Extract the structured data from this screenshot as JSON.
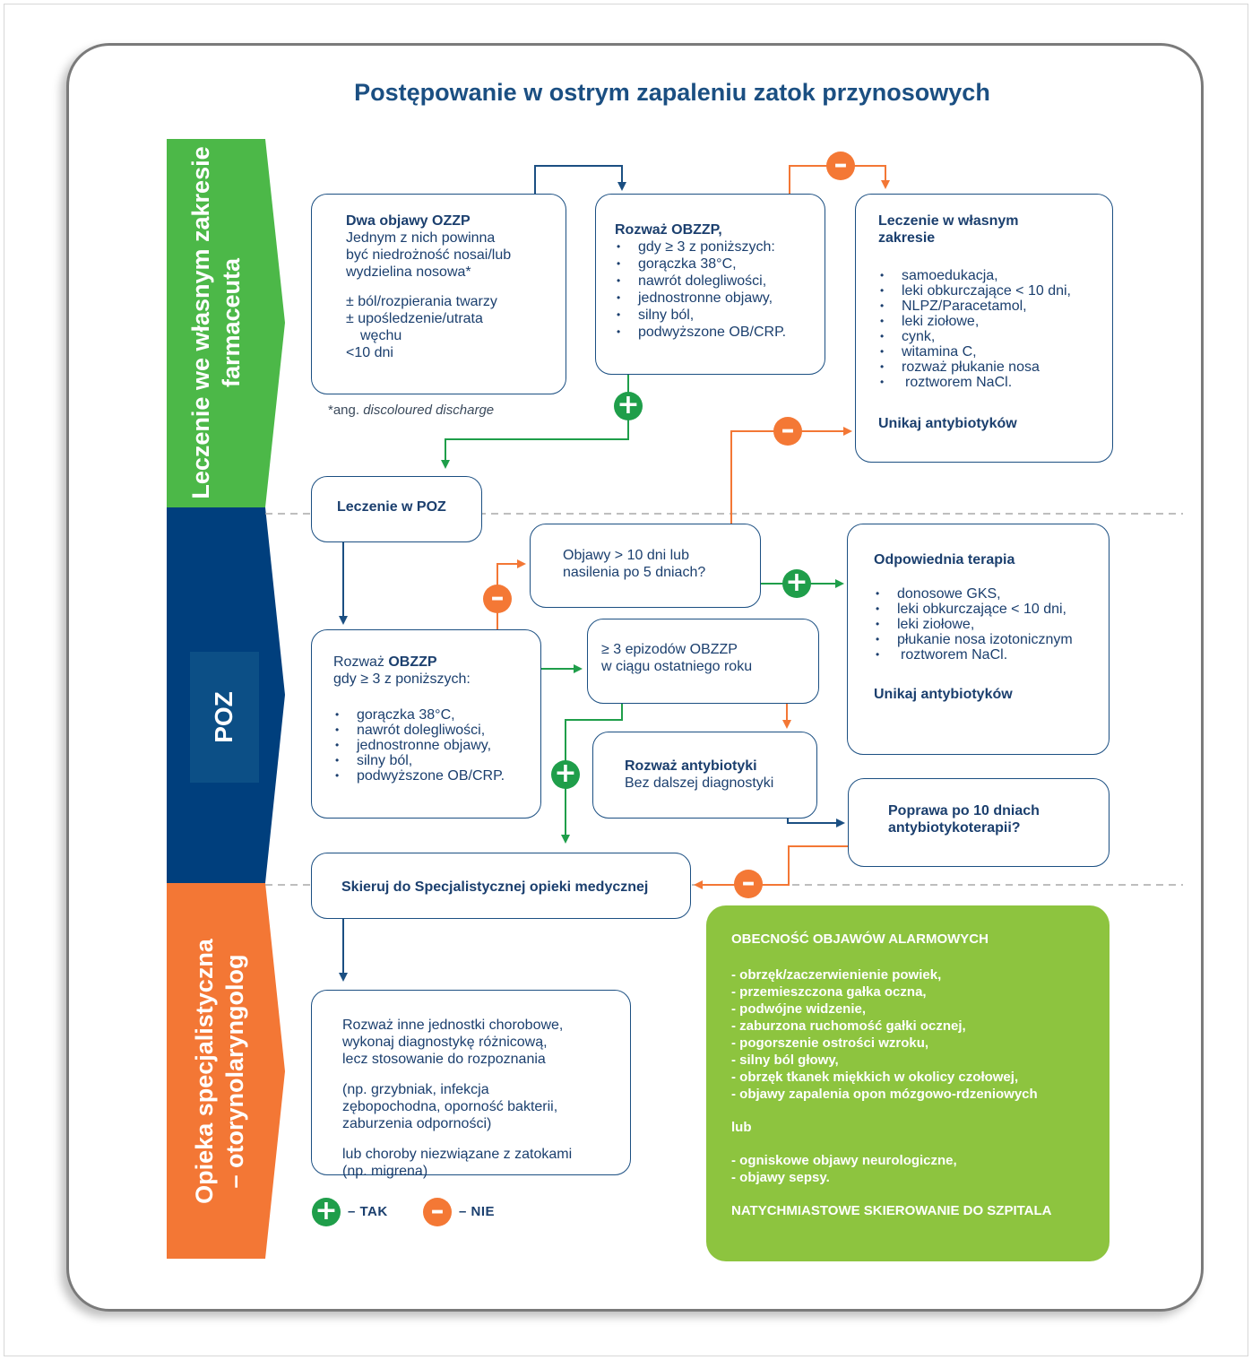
{
  "title": "Postępowanie w ostrym zapaleniu zatok przynosowych",
  "bands": {
    "top_line1": "Leczenie we własnym zakresie",
    "top_line2": "farmaceuta",
    "middle": "POZ",
    "bottom_line1": "Opieka specjalistyczna",
    "bottom_line2": "– otorynolaryngolog"
  },
  "colors": {
    "green": "#4cb848",
    "navy": "#003f7d",
    "orange": "#f37735",
    "alarm": "#8dc43f",
    "text": "#1b4f82"
  },
  "box1": {
    "title": "Dwa objawy OZZP",
    "lines": [
      "Jednym z nich powinna",
      "być niedrożność nosai/lub",
      "wydzielina nosowa*"
    ],
    "extra": [
      "± ból/rozpierania twarzy",
      "± upośledzenie/utrata",
      "węchu",
      "<10 dni"
    ]
  },
  "note": {
    "prefix": "*ang. ",
    "italic": "discoloured discharge"
  },
  "box2": {
    "title": "Rozważ OBZZP,",
    "items": [
      "gdy ≥ 3 z poniższych:",
      "gorączka 38°C,",
      "nawrót dolegliwości,",
      "jednostronne objawy,",
      "silny ból,",
      "podwyższone OB/CRP."
    ]
  },
  "box3": {
    "title_line1": "Leczenie w własnym",
    "title_line2": "zakresie",
    "items": [
      "samoedukacja,",
      "leki obkurczające < 10 dni,",
      "NLPZ/Paracetamol,",
      "leki ziołowe,",
      "cynk,",
      "witamina C,",
      "rozważ płukanie nosa",
      "roztworem NaCl."
    ],
    "footer": "Unikaj antybiotyków"
  },
  "box4": {
    "title": "Leczenie w POZ"
  },
  "box5": {
    "line1": "Objawy > 10 dni lub",
    "line2": "nasilenia po 5 dniach?"
  },
  "box6": {
    "title": "Odpowiednia terapia",
    "items": [
      "donosowe GKS,",
      "leki obkurczające < 10 dni,",
      "leki ziołowe,",
      "płukanie nosa izotonicznym",
      "roztworem NaCl."
    ],
    "footer": "Unikaj antybiotyków"
  },
  "box7": {
    "title_prefix": "Rozważ ",
    "title_bold": "OBZZP",
    "line2": "gdy ≥ 3 z poniższych:",
    "items": [
      "gorączka 38°C,",
      "nawrót dolegliwości,",
      "jednostronne objawy,",
      "silny ból,",
      "podwyższone OB/CRP."
    ]
  },
  "box8": {
    "line1": "≥ 3 epizodów OBZZP",
    "line2": "w ciągu ostatniego roku"
  },
  "box9": {
    "title": "Rozważ antybiotyki",
    "line2": "Bez dalszej diagnostyki"
  },
  "box10": {
    "line1": "Poprawa po 10 dniach",
    "line2": "antybiotykoterapii?"
  },
  "box11": {
    "title": "Skieruj do Specjalistycznej opieki medycznej"
  },
  "box12": {
    "p1": [
      "Rozważ inne jednostki chorobowe,",
      "wykonaj diagnostykę różnicową,",
      "lecz stosowanie do rozpoznania"
    ],
    "p2": [
      "(np. grzybniak, infekcja",
      "zębopochodna, oporność bakterii,",
      "zaburzenia odporności)"
    ],
    "p3": [
      "lub choroby niezwiązane z zatokami",
      "(np. migrena)"
    ]
  },
  "alarm": {
    "title": "OBECNOŚĆ OBJAWÓW ALARMOWYCH",
    "items": [
      "- obrzęk/zaczerwienienie powiek,",
      "- przemieszczona gałka oczna,",
      "- podwójne widzenie,",
      "- zaburzona ruchomość gałki ocznej,",
      "- pogorszenie ostrości wzroku,",
      "- silny ból głowy,",
      "- obrzęk tkanek miękkich w okolicy czołowej,",
      "- objawy zapalenia opon mózgowo-rdzeniowych"
    ],
    "or": "lub",
    "items2": [
      "- ogniskowe objawy neurologiczne,",
      "- objawy sepsy."
    ],
    "footer": "NATYCHMIASTOWE SKIEROWANIE DO SZPITALA"
  },
  "legend": {
    "plus_symbol": "+",
    "minus_symbol": "–",
    "tak": "– TAK",
    "nie": "– NIE"
  }
}
